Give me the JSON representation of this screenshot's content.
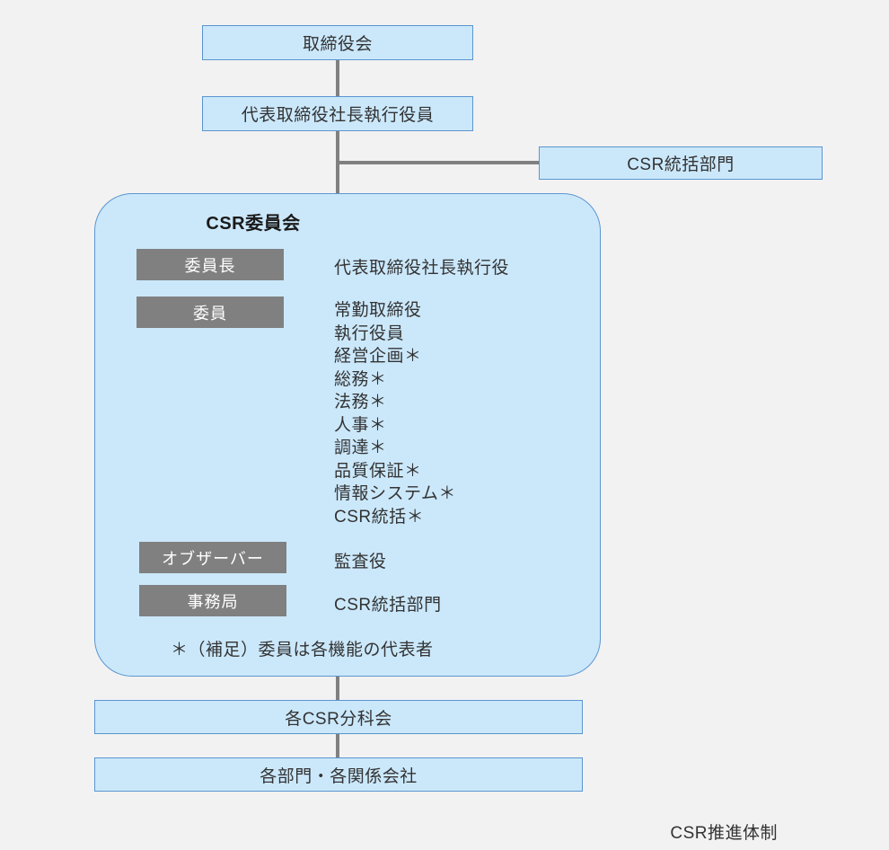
{
  "caption": "CSR推進体制",
  "colors": {
    "background": "#f2f2f2",
    "box_fill": "#cbe8fb",
    "box_border": "#5b95cf",
    "chip_fill": "#808080",
    "chip_text": "#ffffff",
    "connector": "#808080",
    "text": "#333333"
  },
  "nodes": {
    "board": "取締役会",
    "president": "代表取締役社長執行役員",
    "csr_department": "CSR統括部門",
    "subcommittees": "各CSR分科会",
    "divisions": "各部門・各関係会社"
  },
  "committee": {
    "title": "CSR委員会",
    "rows": [
      {
        "role": "委員長",
        "value": "代表取締役社長執行役"
      },
      {
        "role": "委員",
        "value": ""
      },
      {
        "role": "オブザーバー",
        "value": "監査役"
      },
      {
        "role": "事務局",
        "value": "CSR統括部門"
      }
    ],
    "members": [
      "常勤取締役",
      "執行役員",
      "経営企画＊",
      "総務＊",
      "法務＊",
      "人事＊",
      "調達＊",
      "品質保証＊",
      "情報システム＊",
      "CSR統括＊"
    ],
    "footnote": "＊（補足）委員は各機能の代表者"
  }
}
